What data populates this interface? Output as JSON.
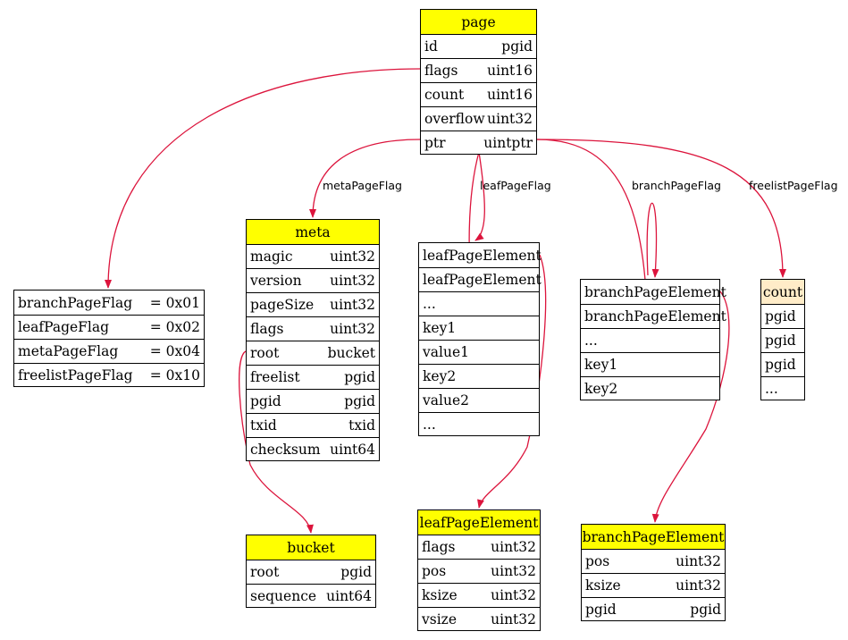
{
  "colors": {
    "header": "#ffff00",
    "count_header": "#ffecc8",
    "edge": "#dc143c"
  },
  "tables": {
    "page": {
      "header": "page",
      "rows": [
        [
          "id",
          "pgid"
        ],
        [
          "flags",
          "uint16"
        ],
        [
          "count",
          "uint16"
        ],
        [
          "overflow",
          "uint32"
        ],
        [
          "ptr",
          "uintptr"
        ]
      ]
    },
    "flags": {
      "rows": [
        [
          "branchPageFlag",
          "= 0x01"
        ],
        [
          "leafPageFlag",
          "= 0x02"
        ],
        [
          "metaPageFlag",
          "= 0x04"
        ],
        [
          "freelistPageFlag",
          "= 0x10"
        ]
      ]
    },
    "meta": {
      "header": "meta",
      "rows": [
        [
          "magic",
          "uint32"
        ],
        [
          "version",
          "uint32"
        ],
        [
          "pageSize",
          "uint32"
        ],
        [
          "flags",
          "uint32"
        ],
        [
          "root",
          "bucket"
        ],
        [
          "freelist",
          "pgid"
        ],
        [
          "pgid",
          "pgid"
        ],
        [
          "txid",
          "txid"
        ],
        [
          "checksum",
          "uint64"
        ]
      ]
    },
    "leaf_list": {
      "rows": [
        [
          "leafPageElement"
        ],
        [
          "leafPageElement"
        ],
        [
          "..."
        ],
        [
          "key1"
        ],
        [
          "value1"
        ],
        [
          "key2"
        ],
        [
          "value2"
        ],
        [
          "..."
        ]
      ]
    },
    "branch_list": {
      "rows": [
        [
          "branchPageElement"
        ],
        [
          "branchPageElement"
        ],
        [
          "..."
        ],
        [
          "key1"
        ],
        [
          "key2"
        ]
      ]
    },
    "freelist": {
      "header": "count",
      "rows": [
        [
          "pgid"
        ],
        [
          "pgid"
        ],
        [
          "pgid"
        ],
        [
          "..."
        ]
      ]
    },
    "bucket": {
      "header": "bucket",
      "rows": [
        [
          "root",
          "pgid"
        ],
        [
          "sequence",
          "uint64"
        ]
      ]
    },
    "leaf_element": {
      "header": "leafPageElement",
      "rows": [
        [
          "flags",
          "uint32"
        ],
        [
          "pos",
          "uint32"
        ],
        [
          "ksize",
          "uint32"
        ],
        [
          "vsize",
          "uint32"
        ]
      ]
    },
    "branch_element": {
      "header": "branchPageElement",
      "rows": [
        [
          "pos",
          "uint32"
        ],
        [
          "ksize",
          "uint32"
        ],
        [
          "pgid",
          "pgid"
        ]
      ]
    }
  },
  "edge_labels": {
    "meta": "metaPageFlag",
    "leaf": "leafPageFlag",
    "branch": "branchPageFlag",
    "freelist": "freelistPageFlag"
  }
}
